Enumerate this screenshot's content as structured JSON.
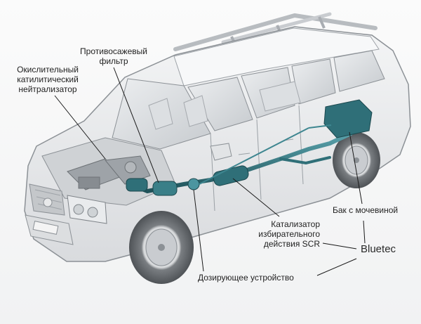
{
  "labels": {
    "oxidation_catalyst": "Окислительный\nкатилитический\nнейтрализатор",
    "particulate_filter": "Противосажевый\nфильтр",
    "scr_catalyst": "Катализатор\nизбирательного\nдействия SCR",
    "urea_tank": "Бак с мочевиной",
    "brand": "Bluetec",
    "dosing_unit": "Дозирующее устройство"
  },
  "colors": {
    "body_line": "#8c9196",
    "body_fill": "#e7e8ea",
    "glass": "#d2d5d8",
    "tire": "#6b6f73",
    "exhaust_component": "#2f6f78",
    "leader_line": "#1a1a1a"
  }
}
